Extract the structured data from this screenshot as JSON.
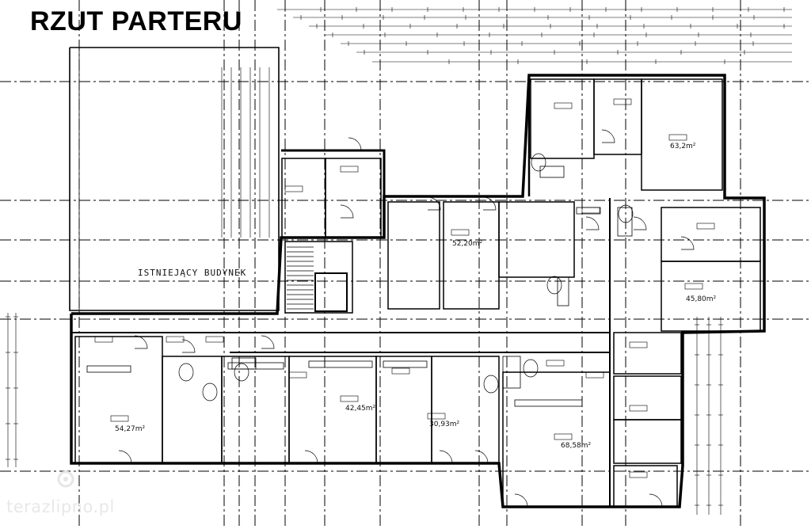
{
  "plan": {
    "title": "RZUT PARTERU",
    "existing_building_label": "ISTNIEJĄCY BUDYNEK",
    "room_areas": [
      "63,2m²",
      "52,20m²",
      "45,80m²",
      "54,27m²",
      "42,45m²",
      "30,93m²",
      "68,58m²"
    ]
  },
  "watermark": {
    "text": "terazlipno.pl"
  },
  "colors": {
    "lines": "#000000",
    "grid": "#000000",
    "background": "#ffffff",
    "watermark": "#e8e8e8"
  }
}
